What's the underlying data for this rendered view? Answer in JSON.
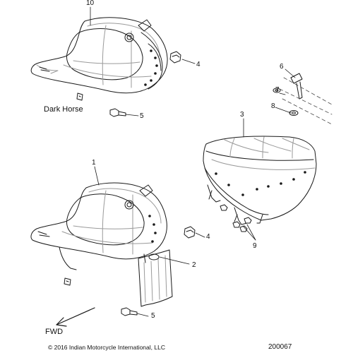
{
  "callouts": {
    "c1": "1",
    "c2": "2",
    "c3": "3",
    "c4a": "4",
    "c4b": "4",
    "c5a": "5",
    "c5b": "5",
    "c6": "6",
    "c7": "7",
    "c8": "8",
    "c9": "9",
    "c10": "10"
  },
  "labels": {
    "variant": "Dark Horse",
    "fwd": "FWD",
    "copyright": "© 2016 Indian Motorcycle International, LLC",
    "part_number": "200067"
  },
  "colors": {
    "line": "#1a1a1a",
    "shade": "#9a9a9a",
    "background": "#ffffff"
  }
}
